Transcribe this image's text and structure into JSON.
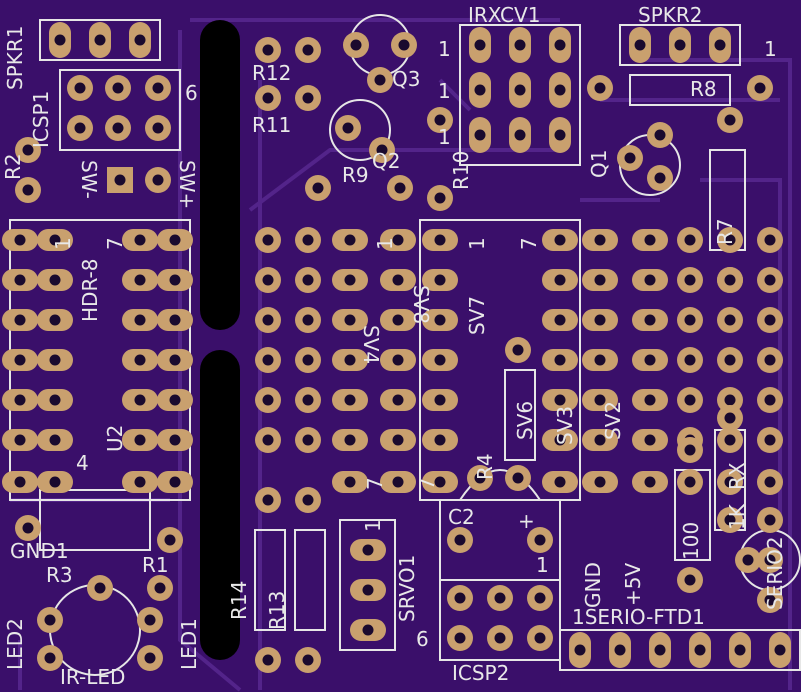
{
  "colors": {
    "board": "#3a0f6a",
    "trace": "#5a2a8a",
    "silk": "#e6e6e6",
    "pad": "#c9a06e",
    "hole": "#1a0a2e",
    "slot": "#000000"
  },
  "labels": {
    "spkr1": "SPKR1",
    "icsp1": "ICSP1",
    "icsp1_pin6": "6",
    "r2": "R2",
    "sw_minus": "SW-",
    "sw_plus": "SW+",
    "r12": "R12",
    "r11": "R11",
    "q3": "Q3",
    "q2": "Q2",
    "r9": "R9",
    "r10": "R10",
    "irxcv1": "IRXCV1",
    "irx_pin1a": "1",
    "irx_pin1b": "1",
    "irx_pin1c": "1",
    "spkr2": "SPKR2",
    "spkr2_pin1": "1",
    "r8": "R8",
    "q1": "Q1",
    "r7": "R7",
    "hdr8": "HDR-8",
    "hdr_pin1": "1",
    "hdr_pin7": "7",
    "u2": "U2",
    "sv4": "SV4",
    "sv8": "SV8",
    "sv7": "SV7",
    "sv_pin1a": "1",
    "sv_pin1b": "1",
    "sv_pin7a": "7",
    "sv_pin7b": "7",
    "sv6": "SV6",
    "sv3": "SV3",
    "sv2": "SV2",
    "sv_pin7c": "7",
    "r4": "R4",
    "c2": "C2",
    "c2_plus": "+",
    "c2_one": "1",
    "gnd1": "GND1",
    "r3": "R3",
    "r1": "R1",
    "led2": "LED2",
    "led1": "LED1",
    "irled": "IR-LED",
    "r14": "R14",
    "r13": "R13",
    "srvo1": "SRVO1",
    "srvo1_pin1": "1",
    "icsp2": "ICSP2",
    "icsp2_pin6": "6",
    "gnd": "GND",
    "plus5v": "+5V",
    "r100": "100",
    "k1": "1K",
    "rx": "RX",
    "serio2": "SERIO2",
    "serio_ftd1": "1SERIO-FTD1",
    "four": "4"
  }
}
